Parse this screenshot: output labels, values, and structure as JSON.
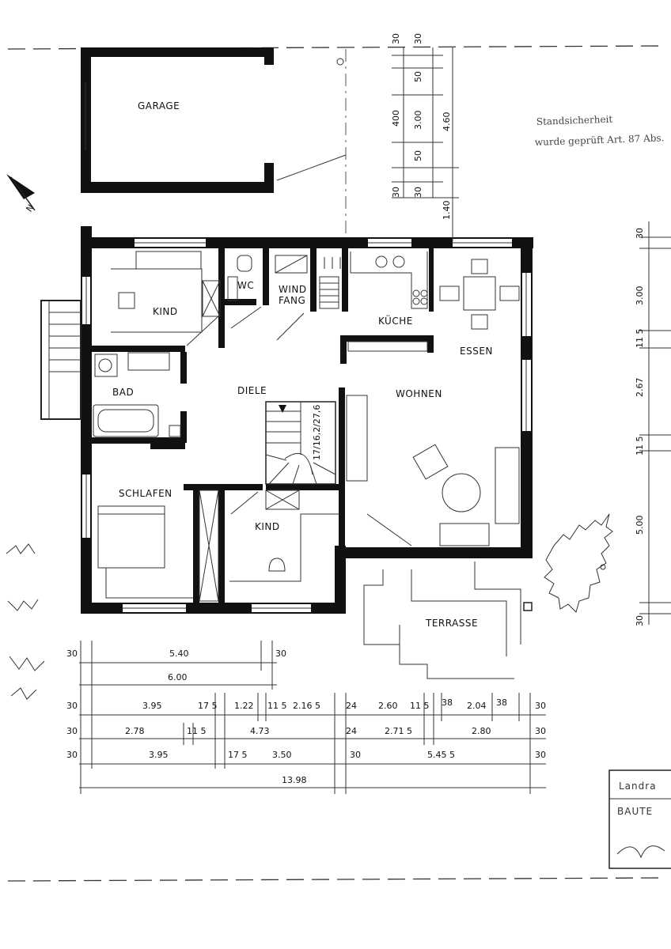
{
  "rooms": {
    "garage": "GARAGE",
    "kind_nw": "KIND",
    "wc": "WC",
    "windfang_1": "WIND",
    "windfang_2": "FANG",
    "kueche": "KÜCHE",
    "essen": "ESSEN",
    "bad": "BAD",
    "diele": "DIELE",
    "wohnen": "WOHNEN",
    "schlafen": "SCHLAFEN",
    "kind_s": "KIND",
    "terrasse": "TERRASSE"
  },
  "stair_label": "17/16,2/27,6",
  "stamp": {
    "line1": "Standsicherheit",
    "line2": "wurde   geprüft Art. 87 Abs."
  },
  "authority_box": {
    "line1": "Landra",
    "line2": "BAUTE"
  },
  "dims_right_top": [
    "30",
    "30",
    "50",
    "3.00",
    "50",
    "30",
    "30",
    "400",
    "4.60",
    "1.40"
  ],
  "dims_right": [
    "30",
    "3.00",
    "11 5",
    "2.67",
    "11 5",
    "5.00",
    "30"
  ],
  "dims_bottom": {
    "row1": [
      "30",
      "5.40",
      "30"
    ],
    "row2": [
      "6.00"
    ],
    "row3": [
      "30",
      "3.95",
      "17 5",
      "1.22",
      "11 5",
      "2.16 5",
      "24",
      "2.60",
      "11 5",
      "38",
      "2.04",
      "38",
      "30"
    ],
    "row4": [
      "30",
      "2.78",
      "11 5",
      "4.73",
      "24",
      "2.71 5",
      "2.80",
      "30"
    ],
    "row5": [
      "30",
      "3.95",
      "17 5",
      "3.50",
      "30",
      "5.45 5",
      "30"
    ],
    "row6": [
      "13.98"
    ]
  }
}
